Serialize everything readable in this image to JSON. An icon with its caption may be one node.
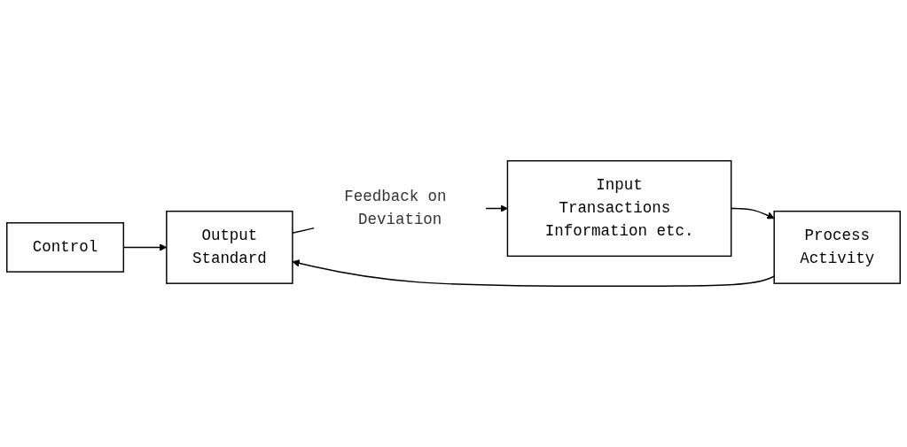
{
  "diagram": {
    "nodes": [
      {
        "text": [
          "Control"
        ]
      },
      {
        "text": [
          "Input",
          "Transactions Information etc."
        ]
      },
      {
        "text": [
          "Process",
          "Activity"
        ]
      },
      {
        "text": [
          "Output",
          "Standard"
        ]
      }
    ],
    "edges": [
      {
        "from": 0,
        "to": 3,
        "arrow": "to"
      },
      {
        "from": 1,
        "to": 2,
        "arrow": "to"
      },
      {
        "from": 2,
        "to": 3,
        "arrow": "to"
      },
      {
        "from": 3,
        "to": 1,
        "arrow": "to",
        "label": "Feedback on Deviation"
      }
    ]
  }
}
